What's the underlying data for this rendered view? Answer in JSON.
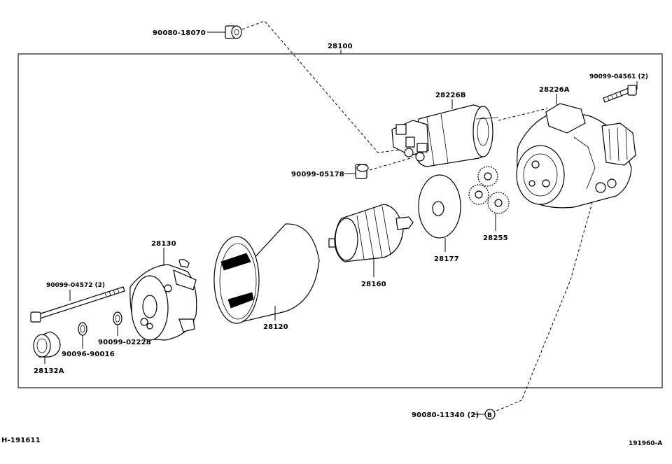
{
  "labels": {
    "assembly": "28100",
    "bolt_top": "90080-18070",
    "solenoid": "28226B",
    "housing": "28226A",
    "screw_top_right": "90099-04561 (2)",
    "nut_mid": "90099-05178",
    "gears": "28255",
    "plate": "28177",
    "armature": "28160",
    "yoke": "28120",
    "end_frame": "28130",
    "through_bolt": "90099-04572 (2)",
    "washer_right": "90099-02228",
    "washer_left": "90096-90016",
    "cap": "28132A",
    "bolt_bottom": "90080-11340 (2)",
    "marker_b": "B",
    "footer_left": "H-191611",
    "footer_right": "191960-A"
  }
}
